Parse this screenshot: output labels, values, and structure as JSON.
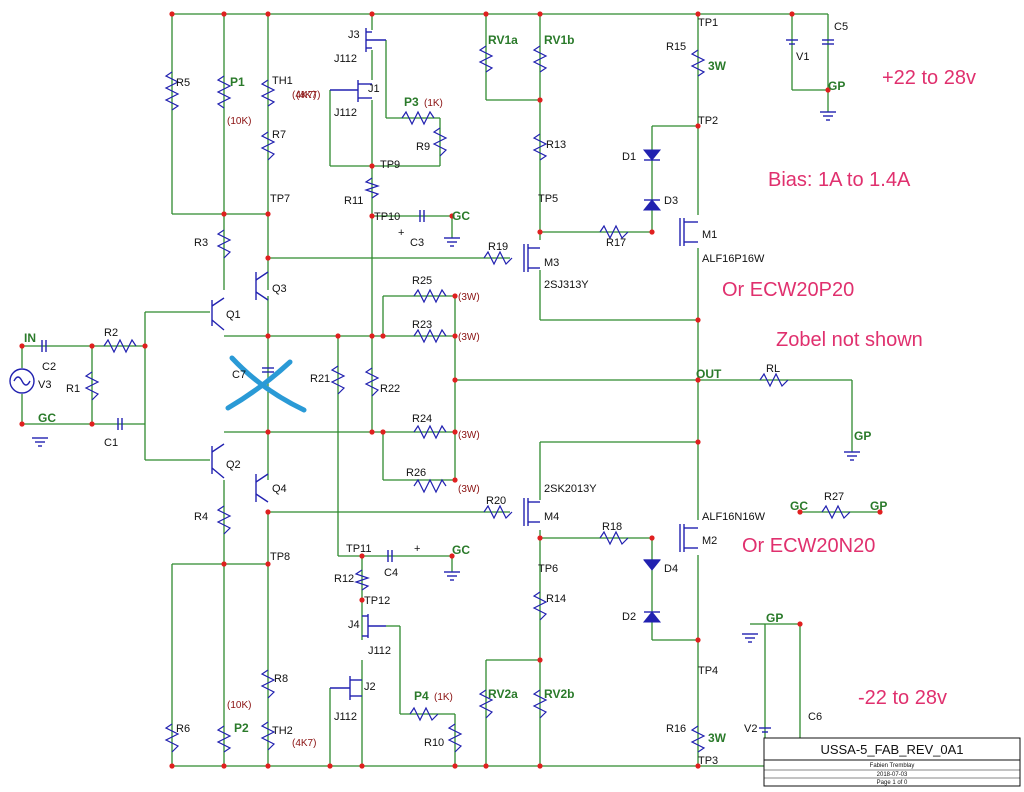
{
  "notes": {
    "positive_supply": "+22 to 28v",
    "bias": "Bias: 1A to 1.4A",
    "alt_p_mosfet": "Or ECW20P20",
    "zobel": "Zobel not shown",
    "alt_n_mosfet": "Or ECW20N20",
    "negative_supply": "-22 to 28v"
  },
  "labels": {
    "in": "IN",
    "out": "OUT",
    "gc": "GC",
    "gp": "GP",
    "tp1": "TP1",
    "tp2": "TP2",
    "tp3": "TP3",
    "tp4": "TP4",
    "tp5": "TP5",
    "tp6": "TP6",
    "tp7": "TP7",
    "tp8": "TP8",
    "tp9": "TP9",
    "tp10": "TP10",
    "tp11": "TP11",
    "tp12": "TP12",
    "r1": "R1",
    "r2": "R2",
    "r3": "R3",
    "r4": "R4",
    "r5": "R5",
    "r6": "R6",
    "r7": "R7",
    "r8": "R8",
    "r9": "R9",
    "r10": "R10",
    "r11": "R11",
    "r12": "R12",
    "r13": "R13",
    "r14": "R14",
    "r15": "R15",
    "r16": "R16",
    "r17": "R17",
    "r18": "R18",
    "r19": "R19",
    "r20": "R20",
    "r21": "R21",
    "r22": "R22",
    "r23": "R23",
    "r24": "R24",
    "r25": "R25",
    "r26": "R26",
    "r27": "R27",
    "rl": "RL",
    "c1": "C1",
    "c2": "C2",
    "c3": "C3",
    "c4": "C4",
    "c5": "C5",
    "c6": "C6",
    "c7": "C7",
    "v1": "V1",
    "v2": "V2",
    "v3": "V3",
    "d1": "D1",
    "d2": "D2",
    "d3": "D3",
    "d4": "D4",
    "q1": "Q1",
    "q2": "Q2",
    "q3": "Q3",
    "q4": "Q4",
    "m1": "M1",
    "m2": "M2",
    "m3": "M3",
    "m4": "M4",
    "j1": "J1",
    "j2": "J2",
    "j3": "J3",
    "j4": "J4",
    "p1": "P1",
    "p2": "P2",
    "p3": "P3",
    "p4": "P4",
    "th1": "TH1",
    "th2": "TH2",
    "rv1a": "RV1a",
    "rv1b": "RV1b",
    "rv2a": "RV2a",
    "rv2b": "RV2b",
    "j112": "J112",
    "m1_part": "ALF16P16W",
    "m2_part": "ALF16N16W",
    "m3_part": "2SJ313Y",
    "m4_part": "2SK2013Y",
    "three_w": "3W",
    "three_w_paren": "(3W)",
    "ten_k": "(10K)",
    "four_k7": "(4K7)",
    "one_k": "(1K)",
    "plus": "+"
  },
  "title_block": {
    "title": "USSA-5_FAB_REV_0A1",
    "author": "Fabien Tremblay",
    "date": "2018-07-03",
    "page": "Page 1 of 0"
  },
  "colors": {
    "wire": "#2f8a2f",
    "component": "#2121b0",
    "node": "#e02020",
    "note": "#e0306e",
    "cross": "#2a9ad6"
  }
}
